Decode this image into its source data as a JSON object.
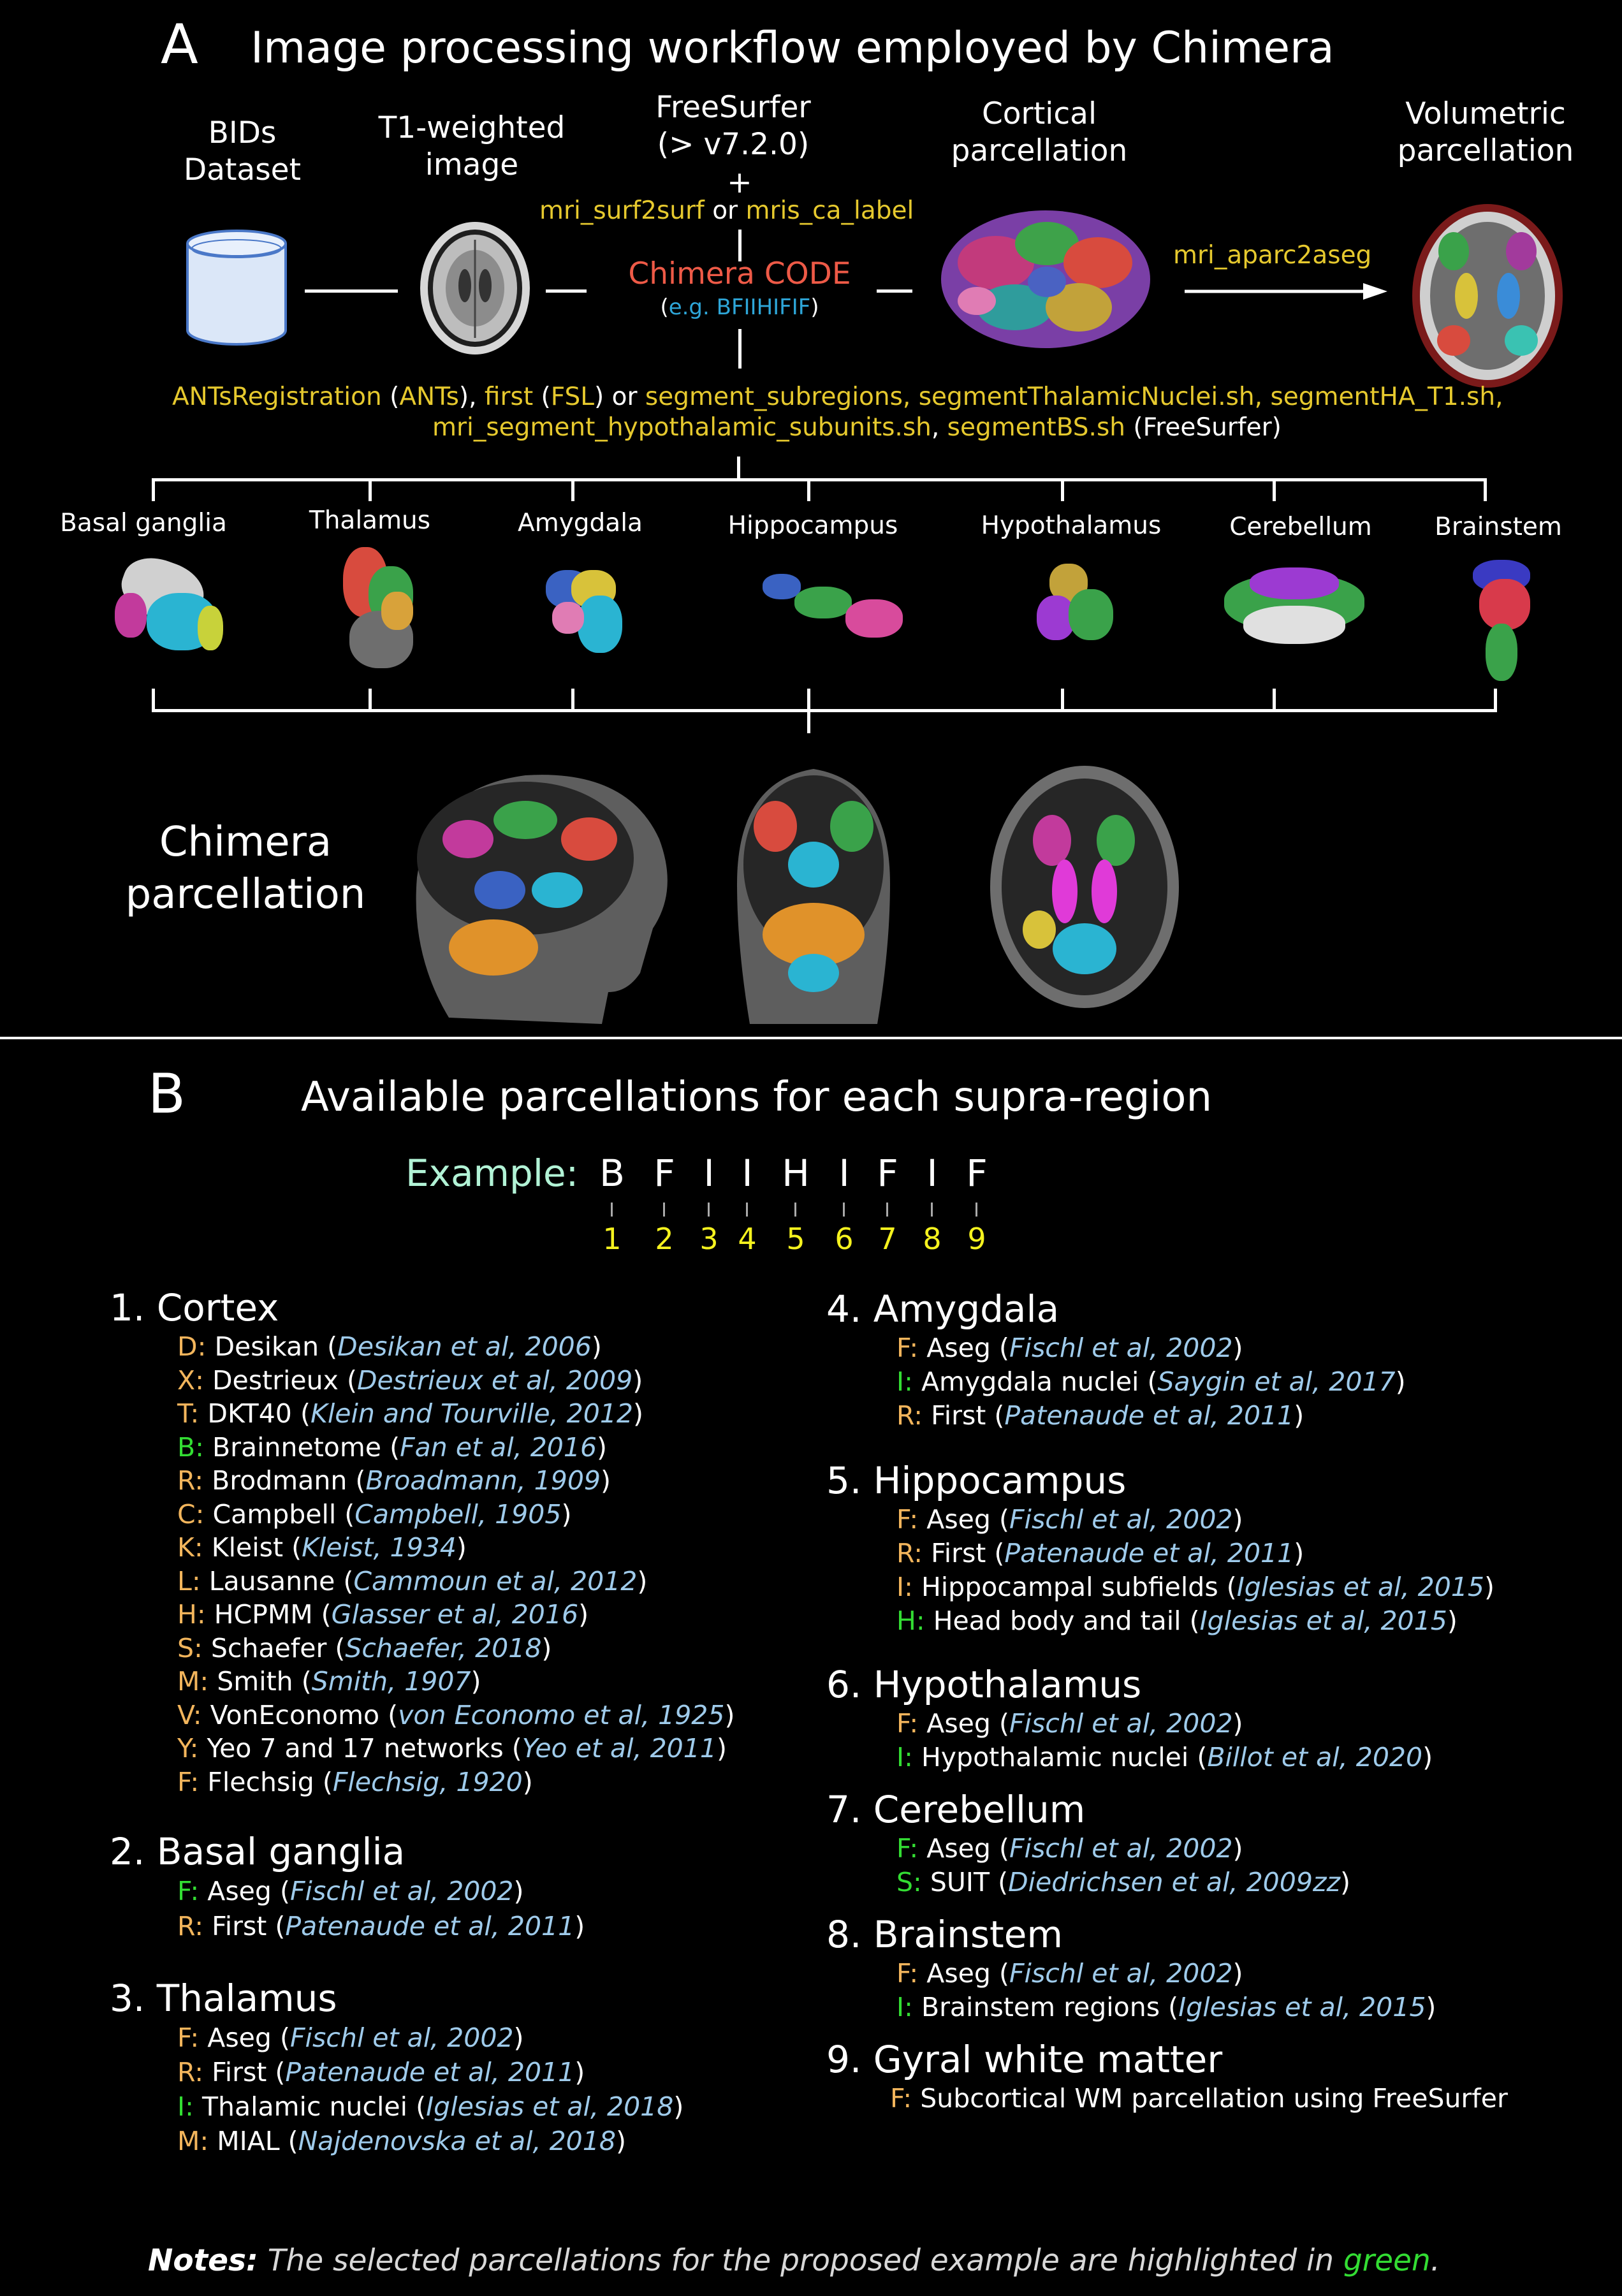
{
  "panel_a": {
    "letter": "A",
    "title": "Image processing workflow employed by Chimera",
    "bids": [
      "BIDs",
      "Dataset"
    ],
    "t1": [
      "T1-weighted",
      "image"
    ],
    "freesurfer": [
      "FreeSurfer",
      "(> v7.2.0)"
    ],
    "plus": "+",
    "surf_tool": "mri_surf2surf",
    "or": "or",
    "ca_tool": "mris_ca_label",
    "cortical": [
      "Cortical",
      "parcellation"
    ],
    "volumetric": [
      "Volumetric",
      "parcellation"
    ],
    "aparc_tool": "mri_aparc2aseg",
    "chimera_code": "Chimera CODE",
    "code_example_open": "(",
    "code_example": "e.g. BFIIHIFIF",
    "code_example_close": ")",
    "tools_line1": {
      "ants_reg": "ANTsRegistration",
      "p1": " (",
      "ants": "ANTs",
      "p2": "), ",
      "first": "first",
      "p3": " (",
      "fsl": "FSL",
      "p4": ") or  ",
      "seg_list": "segment_subregions, segmentThalamicNuclei.sh, segmentHA_T1.sh,"
    },
    "tools_line2": {
      "hypo": "mri_segment_hypothalamic_subunits.sh",
      "comma": ", ",
      "bs": "segmentBS.sh",
      "p1": " (",
      "fs": "FreeSurfer",
      "p2": ")"
    },
    "regions": [
      "Basal ganglia",
      "Thalamus",
      "Amygdala",
      "Hippocampus",
      "Hypothalamus",
      "Cerebellum",
      "Brainstem"
    ],
    "chimera_parc": [
      "Chimera",
      "parcellation"
    ]
  },
  "panel_b": {
    "letter": "B",
    "title": "Available parcellations for each supra-region",
    "example_label": "Example:",
    "example_letters": [
      "B",
      "F",
      "I",
      "I",
      "H",
      "I",
      "F",
      "I",
      "F"
    ],
    "example_numbers": [
      "1",
      "2",
      "3",
      "4",
      "5",
      "6",
      "7",
      "8",
      "9"
    ],
    "sections_left": [
      {
        "title": "1. Cortex",
        "entries": [
          {
            "code": "D:",
            "code_color": "orange",
            "name": "Desikan",
            "ref": "Desikan et al, 2006"
          },
          {
            "code": "X:",
            "code_color": "orange",
            "name": "Destrieux",
            "ref": "Destrieux et al, 2009"
          },
          {
            "code": "T:",
            "code_color": "orange",
            "name": "DKT40",
            "ref": "Klein and Tourville, 2012"
          },
          {
            "code": "B:",
            "code_color": "green",
            "name": "Brainnetome",
            "ref": "Fan et al, 2016"
          },
          {
            "code": "R:",
            "code_color": "orange",
            "name": "Brodmann",
            "ref": "Broadmann, 1909"
          },
          {
            "code": "C:",
            "code_color": "orange",
            "name": "Campbell",
            "ref": "Campbell, 1905"
          },
          {
            "code": "K:",
            "code_color": "orange",
            "name": "Kleist",
            "ref": "Kleist, 1934"
          },
          {
            "code": "L:",
            "code_color": "orange",
            "name": "Lausanne",
            "ref": "Cammoun et al, 2012"
          },
          {
            "code": "H:",
            "code_color": "orange",
            "name": "HCPMM",
            "ref": "Glasser et al, 2016"
          },
          {
            "code": "S:",
            "code_color": "orange",
            "name": "Schaefer",
            "ref": "Schaefer, 2018"
          },
          {
            "code": "M:",
            "code_color": "orange",
            "name": "Smith",
            "ref": "Smith, 1907"
          },
          {
            "code": "V:",
            "code_color": "orange",
            "name": "VonEconomo",
            "ref": "von Economo et al, 1925"
          },
          {
            "code": "Y:",
            "code_color": "orange",
            "name": "Yeo 7 and 17 networks",
            "ref": "Yeo et al, 2011"
          },
          {
            "code": "F:",
            "code_color": "orange",
            "name": "Flechsig",
            "ref": "Flechsig, 1920"
          }
        ]
      },
      {
        "title": "2. Basal ganglia",
        "entries": [
          {
            "code": "F:",
            "code_color": "green",
            "name": "Aseg",
            "ref": "Fischl et al, 2002"
          },
          {
            "code": "R:",
            "code_color": "orange",
            "name": "First",
            "ref": "Patenaude et al, 2011"
          }
        ]
      },
      {
        "title": "3. Thalamus",
        "entries": [
          {
            "code": "F:",
            "code_color": "orange",
            "name": "Aseg",
            "ref": "Fischl et al, 2002"
          },
          {
            "code": "R:",
            "code_color": "orange",
            "name": "First",
            "ref": "Patenaude et al, 2011"
          },
          {
            "code": "I:",
            "code_color": "green",
            "name": "Thalamic nuclei",
            "ref": "Iglesias et al, 2018"
          },
          {
            "code": "M:",
            "code_color": "orange",
            "name": "MIAL",
            "ref": "Najdenovska et al, 2018"
          }
        ]
      }
    ],
    "sections_right": [
      {
        "title": "4. Amygdala",
        "entries": [
          {
            "code": "F:",
            "code_color": "orange",
            "name": "Aseg",
            "ref": "Fischl et al, 2002"
          },
          {
            "code": "I:",
            "code_color": "green",
            "name": "Amygdala nuclei",
            "ref": "Saygin et al, 2017"
          },
          {
            "code": "R:",
            "code_color": "orange",
            "name": "First",
            "ref": "Patenaude et al, 2011"
          }
        ]
      },
      {
        "title": "5. Hippocampus",
        "entries": [
          {
            "code": "F:",
            "code_color": "orange",
            "name": "Aseg",
            "ref": "Fischl et al, 2002"
          },
          {
            "code": "R:",
            "code_color": "orange",
            "name": "First",
            "ref": "Patenaude et al, 2011"
          },
          {
            "code": "I:",
            "code_color": "orange",
            "name": "Hippocampal subfields",
            "ref": "Iglesias et al, 2015"
          },
          {
            "code": "H:",
            "code_color": "green",
            "name": "Head body and tail ",
            "ref": "Iglesias et al, 2015"
          }
        ]
      },
      {
        "title": "6. Hypothalamus",
        "entries": [
          {
            "code": "F:",
            "code_color": "orange",
            "name": "Aseg",
            "ref": "Fischl et al, 2002"
          },
          {
            "code": "I:",
            "code_color": "green",
            "name": "Hypothalamic nuclei",
            "ref": "Billot et al, 2020"
          }
        ]
      },
      {
        "title": "7. Cerebellum",
        "entries": [
          {
            "code": "F:",
            "code_color": "green",
            "name": "Aseg",
            "ref": "Fischl et al, 2002"
          },
          {
            "code": "S:",
            "code_color": "green",
            "name": "SUIT",
            "ref": "Diedrichsen et al, 2009zz"
          }
        ]
      },
      {
        "title": "8. Brainstem",
        "entries": [
          {
            "code": "F:",
            "code_color": "orange",
            "name": "Aseg",
            "ref": "Fischl et al, 2002"
          },
          {
            "code": "I:",
            "code_color": "green",
            "name": "Brainstem regions",
            "ref": "Iglesias et al, 2015"
          }
        ]
      },
      {
        "title": "9. Gyral white matter",
        "entries": [
          {
            "code": "F:",
            "code_color": "orange",
            "name": "Subcortical WM parcellation using FreeSurfer",
            "ref": ""
          }
        ]
      }
    ],
    "notes_label": "Notes:",
    "notes_text": " The selected parcellations for the proposed example are highlighted in ",
    "notes_green": "green",
    "notes_end": "."
  },
  "colors": {
    "orange": "#f2b55c",
    "green": "#33dd33",
    "ref": "#9fcbeb",
    "tool": "#e6c92e"
  }
}
